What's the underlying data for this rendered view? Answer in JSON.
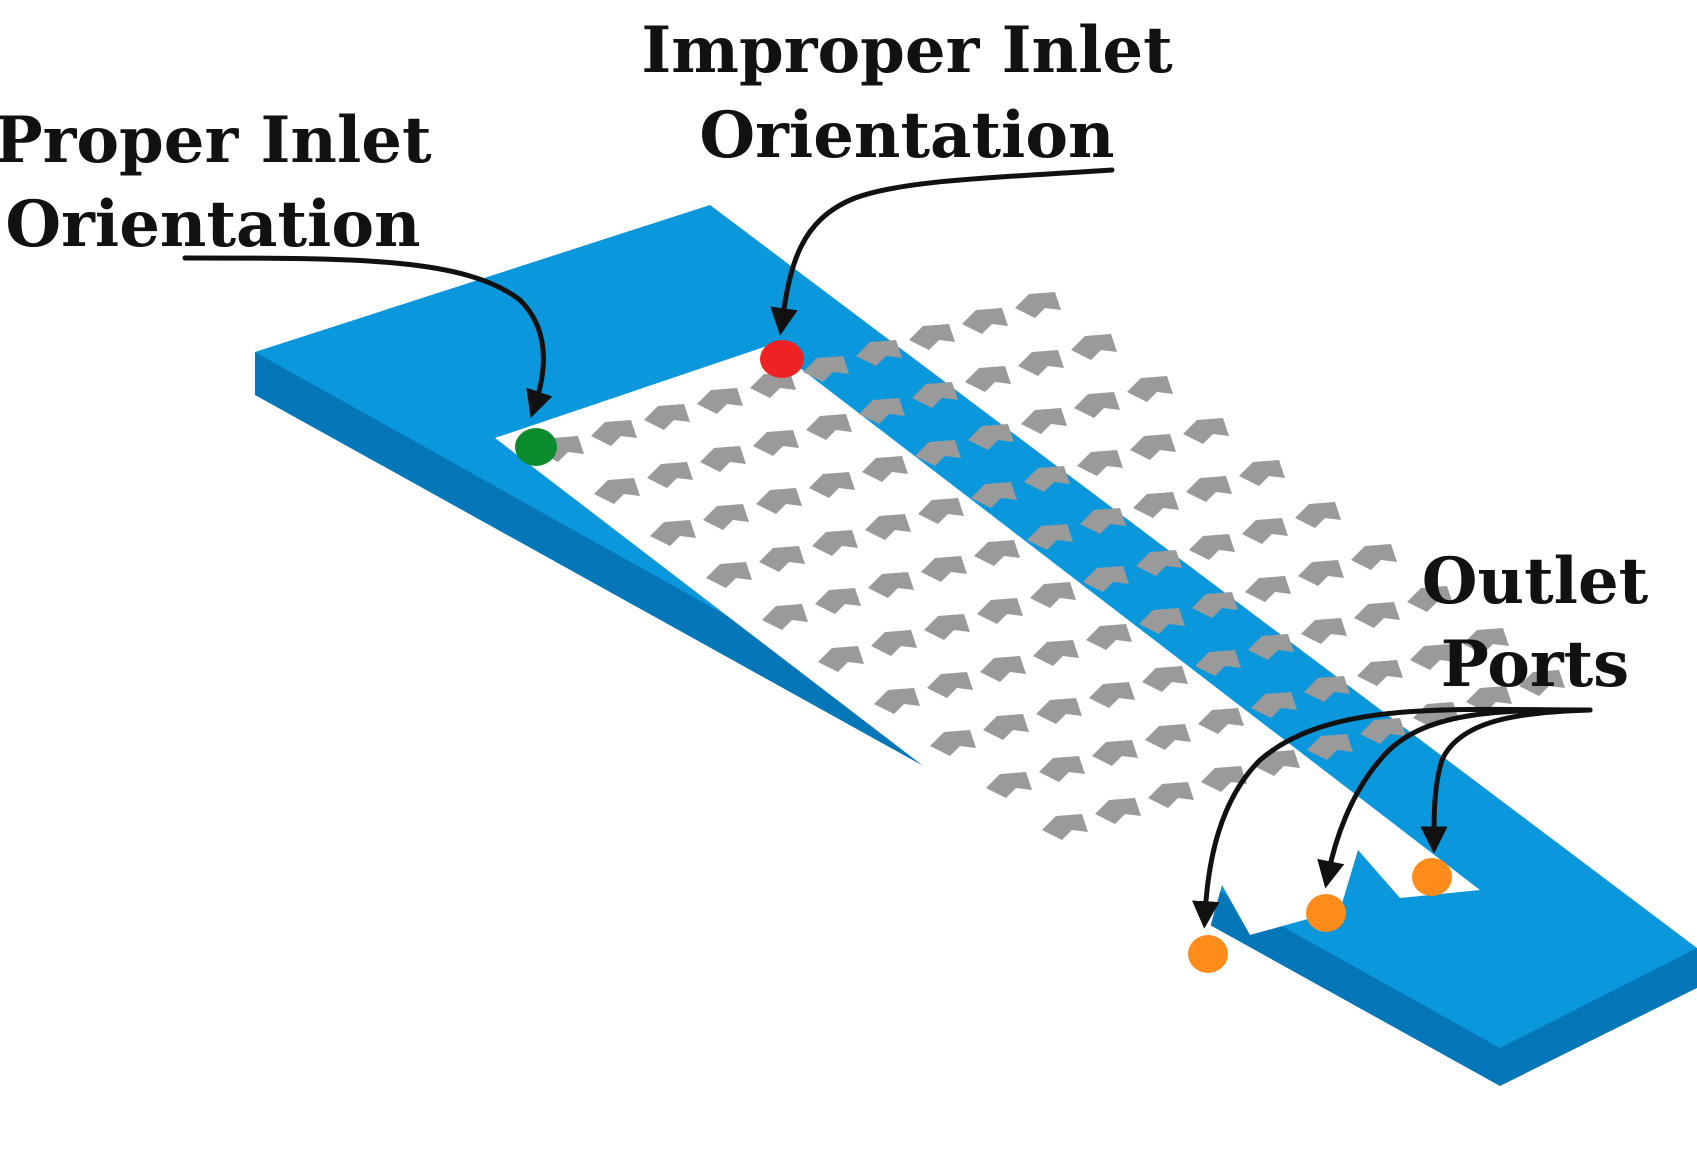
{
  "labels": {
    "proper_inlet": {
      "line1": "Proper Inlet",
      "line2": "Orientation"
    },
    "improper_inlet": {
      "line1": "Improper Inlet",
      "line2": "Orientation"
    },
    "outlet_ports": {
      "line1": "Outlet",
      "line2": "Ports"
    }
  },
  "colors": {
    "chip_body": "#0a97dc",
    "chip_edge": "#0577b8",
    "channel": "#ffffff",
    "pillar": "#9a9a9a",
    "proper_inlet": "#0b8a2e",
    "improper_inlet": "#ee2222",
    "outlet": "#ff8c1a",
    "arrow": "#111111"
  },
  "pillar_grid": {
    "rows": 10,
    "cols": 10
  },
  "outlet_count": 3
}
